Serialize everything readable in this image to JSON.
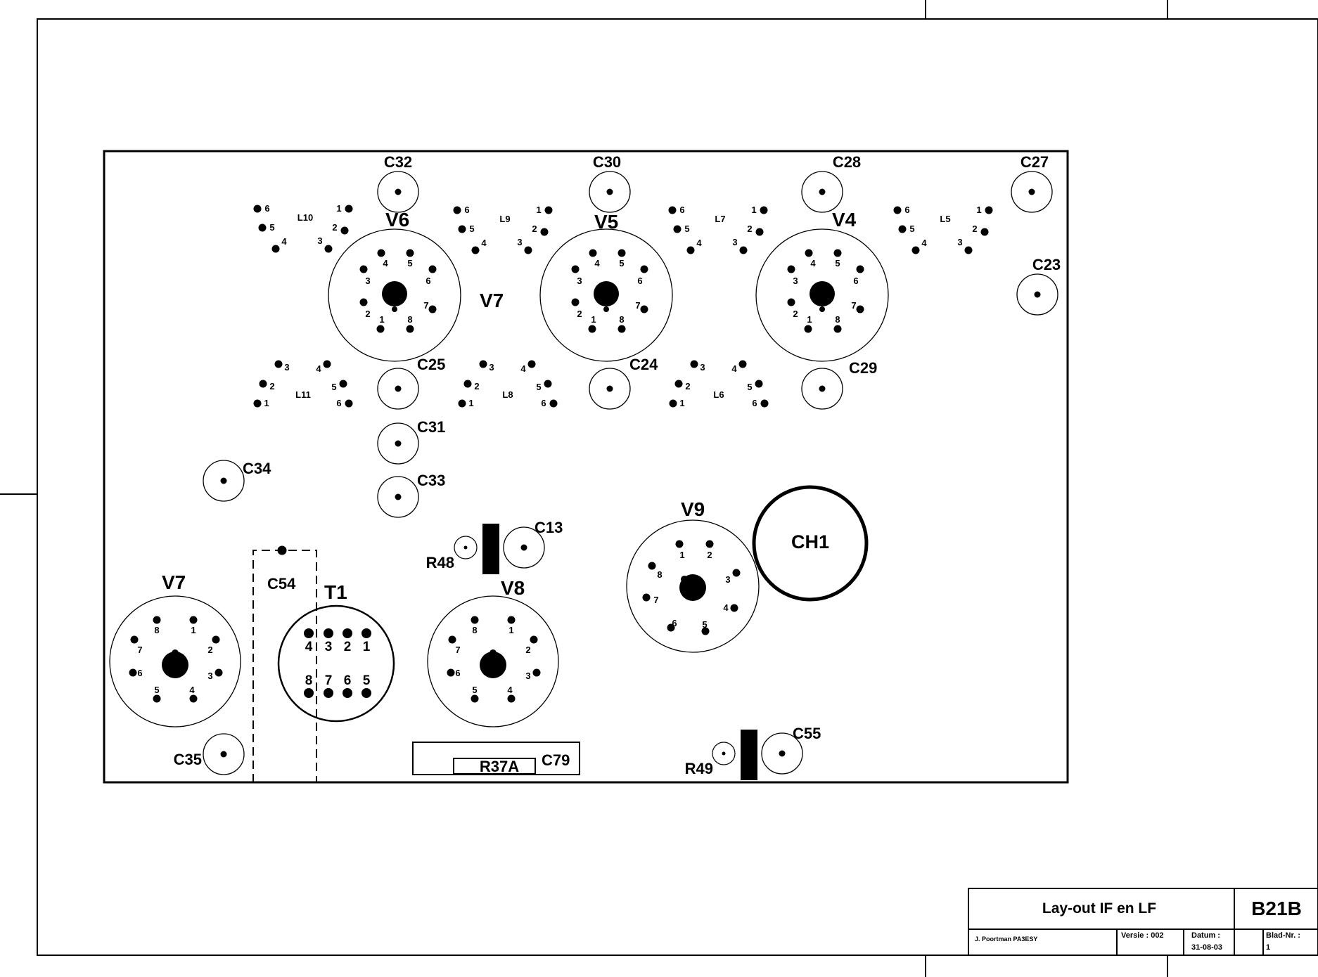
{
  "tubes": [
    {
      "label": "V6",
      "pins": [
        "1",
        "2",
        "3",
        "4",
        "5",
        "6",
        "7",
        "8"
      ]
    },
    {
      "label": "V5",
      "pins": [
        "1",
        "2",
        "3",
        "4",
        "5",
        "6",
        "7",
        "8"
      ]
    },
    {
      "label": "V4",
      "pins": [
        "1",
        "2",
        "3",
        "4",
        "5",
        "6",
        "7",
        "8"
      ]
    },
    {
      "label": "V7",
      "pins": [
        "1",
        "2",
        "3",
        "4",
        "5",
        "6",
        "7",
        "8"
      ]
    },
    {
      "label": "V8",
      "pins": [
        "1",
        "2",
        "3",
        "4",
        "5",
        "6",
        "7",
        "8"
      ]
    },
    {
      "label": "V9",
      "pins": [
        "1",
        "2",
        "3",
        "4",
        "5",
        "6",
        "7",
        "8"
      ]
    }
  ],
  "extra_labels": {
    "v7_middle": "V7"
  },
  "coils": [
    {
      "label": "L10",
      "pins": [
        "1",
        "2",
        "3",
        "4",
        "5",
        "6"
      ]
    },
    {
      "label": "L9",
      "pins": [
        "1",
        "2",
        "3",
        "4",
        "5",
        "6"
      ]
    },
    {
      "label": "L7",
      "pins": [
        "1",
        "2",
        "3",
        "4",
        "5",
        "6"
      ]
    },
    {
      "label": "L5",
      "pins": [
        "1",
        "2",
        "3",
        "4",
        "5",
        "6"
      ]
    },
    {
      "label": "L11",
      "pins": [
        "1",
        "2",
        "3",
        "4",
        "5",
        "6"
      ]
    },
    {
      "label": "L8",
      "pins": [
        "1",
        "2",
        "3",
        "4",
        "5",
        "6"
      ]
    },
    {
      "label": "L6",
      "pins": [
        "1",
        "2",
        "3",
        "4",
        "5",
        "6"
      ]
    }
  ],
  "capacitors": [
    "C32",
    "C30",
    "C28",
    "C27",
    "C23",
    "C25",
    "C24",
    "C29",
    "C31",
    "C33",
    "C34",
    "C13",
    "C35",
    "C55",
    "C54",
    "C79"
  ],
  "resistors": [
    "R48",
    "R49",
    "R37A"
  ],
  "transformer": {
    "label": "T1",
    "pins_top": [
      "4",
      "3",
      "2",
      "1"
    ],
    "pins_bottom": [
      "8",
      "7",
      "6",
      "5"
    ]
  },
  "choke": {
    "label": "CH1"
  },
  "title_block": {
    "title": "Lay-out  IF en LF",
    "sheet_code": "B21B",
    "author": "J. Poortman   PA3ESY",
    "version": "Versie : 002",
    "date_label": "Datum :",
    "date_value": "31-08-03",
    "sheet_label": "Blad-Nr. :",
    "sheet_value": "1"
  }
}
